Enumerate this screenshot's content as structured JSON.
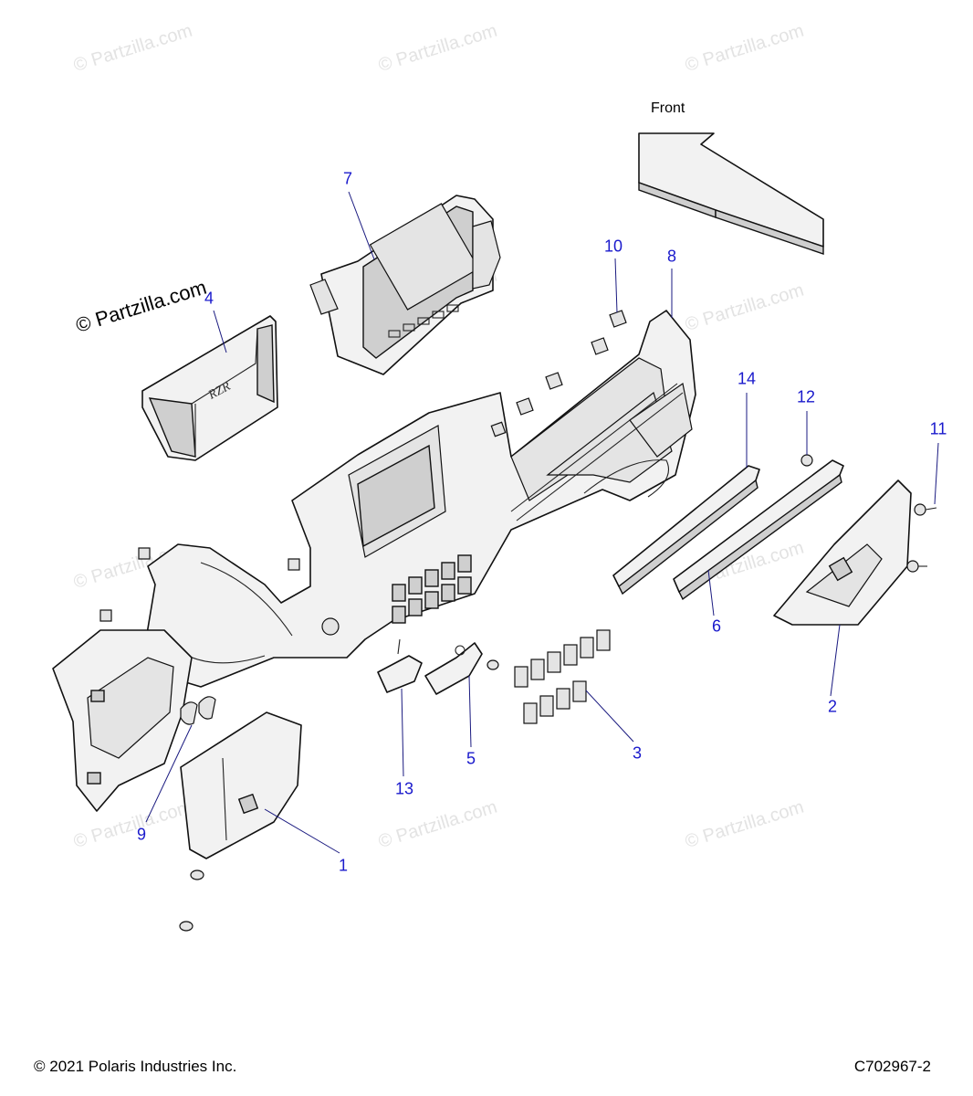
{
  "watermark": "© Partzilla.com",
  "front_label": "Front",
  "callouts": {
    "c1": "1",
    "c2": "2",
    "c3": "3",
    "c4": "4",
    "c5": "5",
    "c6": "6",
    "c7": "7",
    "c8": "8",
    "c9": "9",
    "c10": "10",
    "c11": "11",
    "c12": "12",
    "c13": "13",
    "c14": "14"
  },
  "badge_text": "RZR",
  "footer": {
    "copyright": "© 2021 Polaris Industries Inc.",
    "diagram_id": "C702967-2"
  }
}
